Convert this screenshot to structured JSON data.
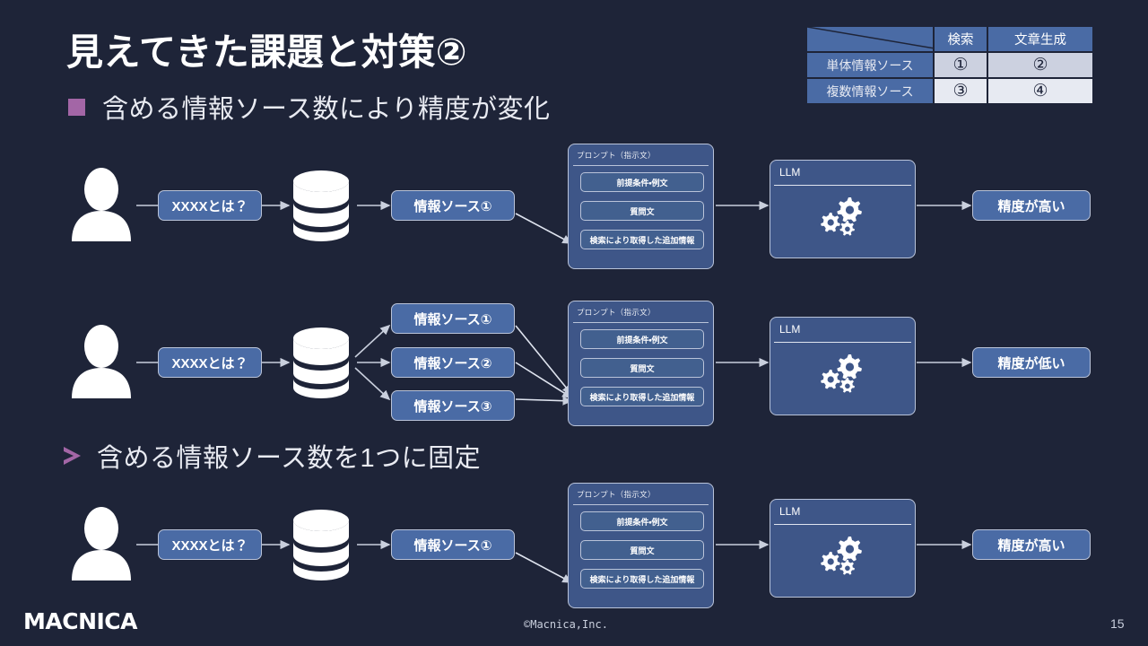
{
  "slide": {
    "title": "見えてきた課題と対策②",
    "background_color": "#1e2438",
    "accent_color": "#a366a6",
    "box_color": "#4a6ba5",
    "bullets": [
      {
        "marker": "square-bullet-icon",
        "text": "含める情報ソース数により精度が変化"
      },
      {
        "marker": "arrow-bullet-icon",
        "text": "含める情報ソース数を1つに固定"
      }
    ]
  },
  "matrix": {
    "corner_label": "",
    "columns": [
      "検索",
      "文章生成"
    ],
    "rows": [
      {
        "label": "単体情報ソース",
        "cells": [
          "①",
          "②"
        ]
      },
      {
        "label": "複数情報ソース",
        "cells": [
          "③",
          "④"
        ]
      }
    ]
  },
  "flows": [
    {
      "id": "flow-single-source",
      "person_icon": "person-icon",
      "query_label": "XXXXとは？",
      "database_icon": "database-icon",
      "sources": [
        "情報ソース①"
      ],
      "prompt": {
        "title": "プロンプト（指示文）",
        "items": [
          "前提条件・例文",
          "質問文",
          "検索により取得した追加情報"
        ]
      },
      "llm": {
        "title": "LLM",
        "icon": "gears-icon"
      },
      "result": "精度が高い"
    },
    {
      "id": "flow-multi-source",
      "person_icon": "person-icon",
      "query_label": "XXXXとは？",
      "database_icon": "database-icon",
      "sources": [
        "情報ソース①",
        "情報ソース②",
        "情報ソース③"
      ],
      "prompt": {
        "title": "プロンプト（指示文）",
        "items": [
          "前提条件・例文",
          "質問文",
          "検索により取得した追加情報"
        ]
      },
      "llm": {
        "title": "LLM",
        "icon": "gears-icon"
      },
      "result": "精度が低い"
    },
    {
      "id": "flow-fixed-single-source",
      "person_icon": "person-icon",
      "query_label": "XXXXとは？",
      "database_icon": "database-icon",
      "sources": [
        "情報ソース①"
      ],
      "prompt": {
        "title": "プロンプト（指示文）",
        "items": [
          "前提条件・例文",
          "質問文",
          "検索により取得した追加情報"
        ]
      },
      "llm": {
        "title": "LLM",
        "icon": "gears-icon"
      },
      "result": "精度が高い"
    }
  ],
  "footer": {
    "logo": "MACNICA",
    "copyright": "©Macnica,Inc.",
    "page_number": "15"
  }
}
